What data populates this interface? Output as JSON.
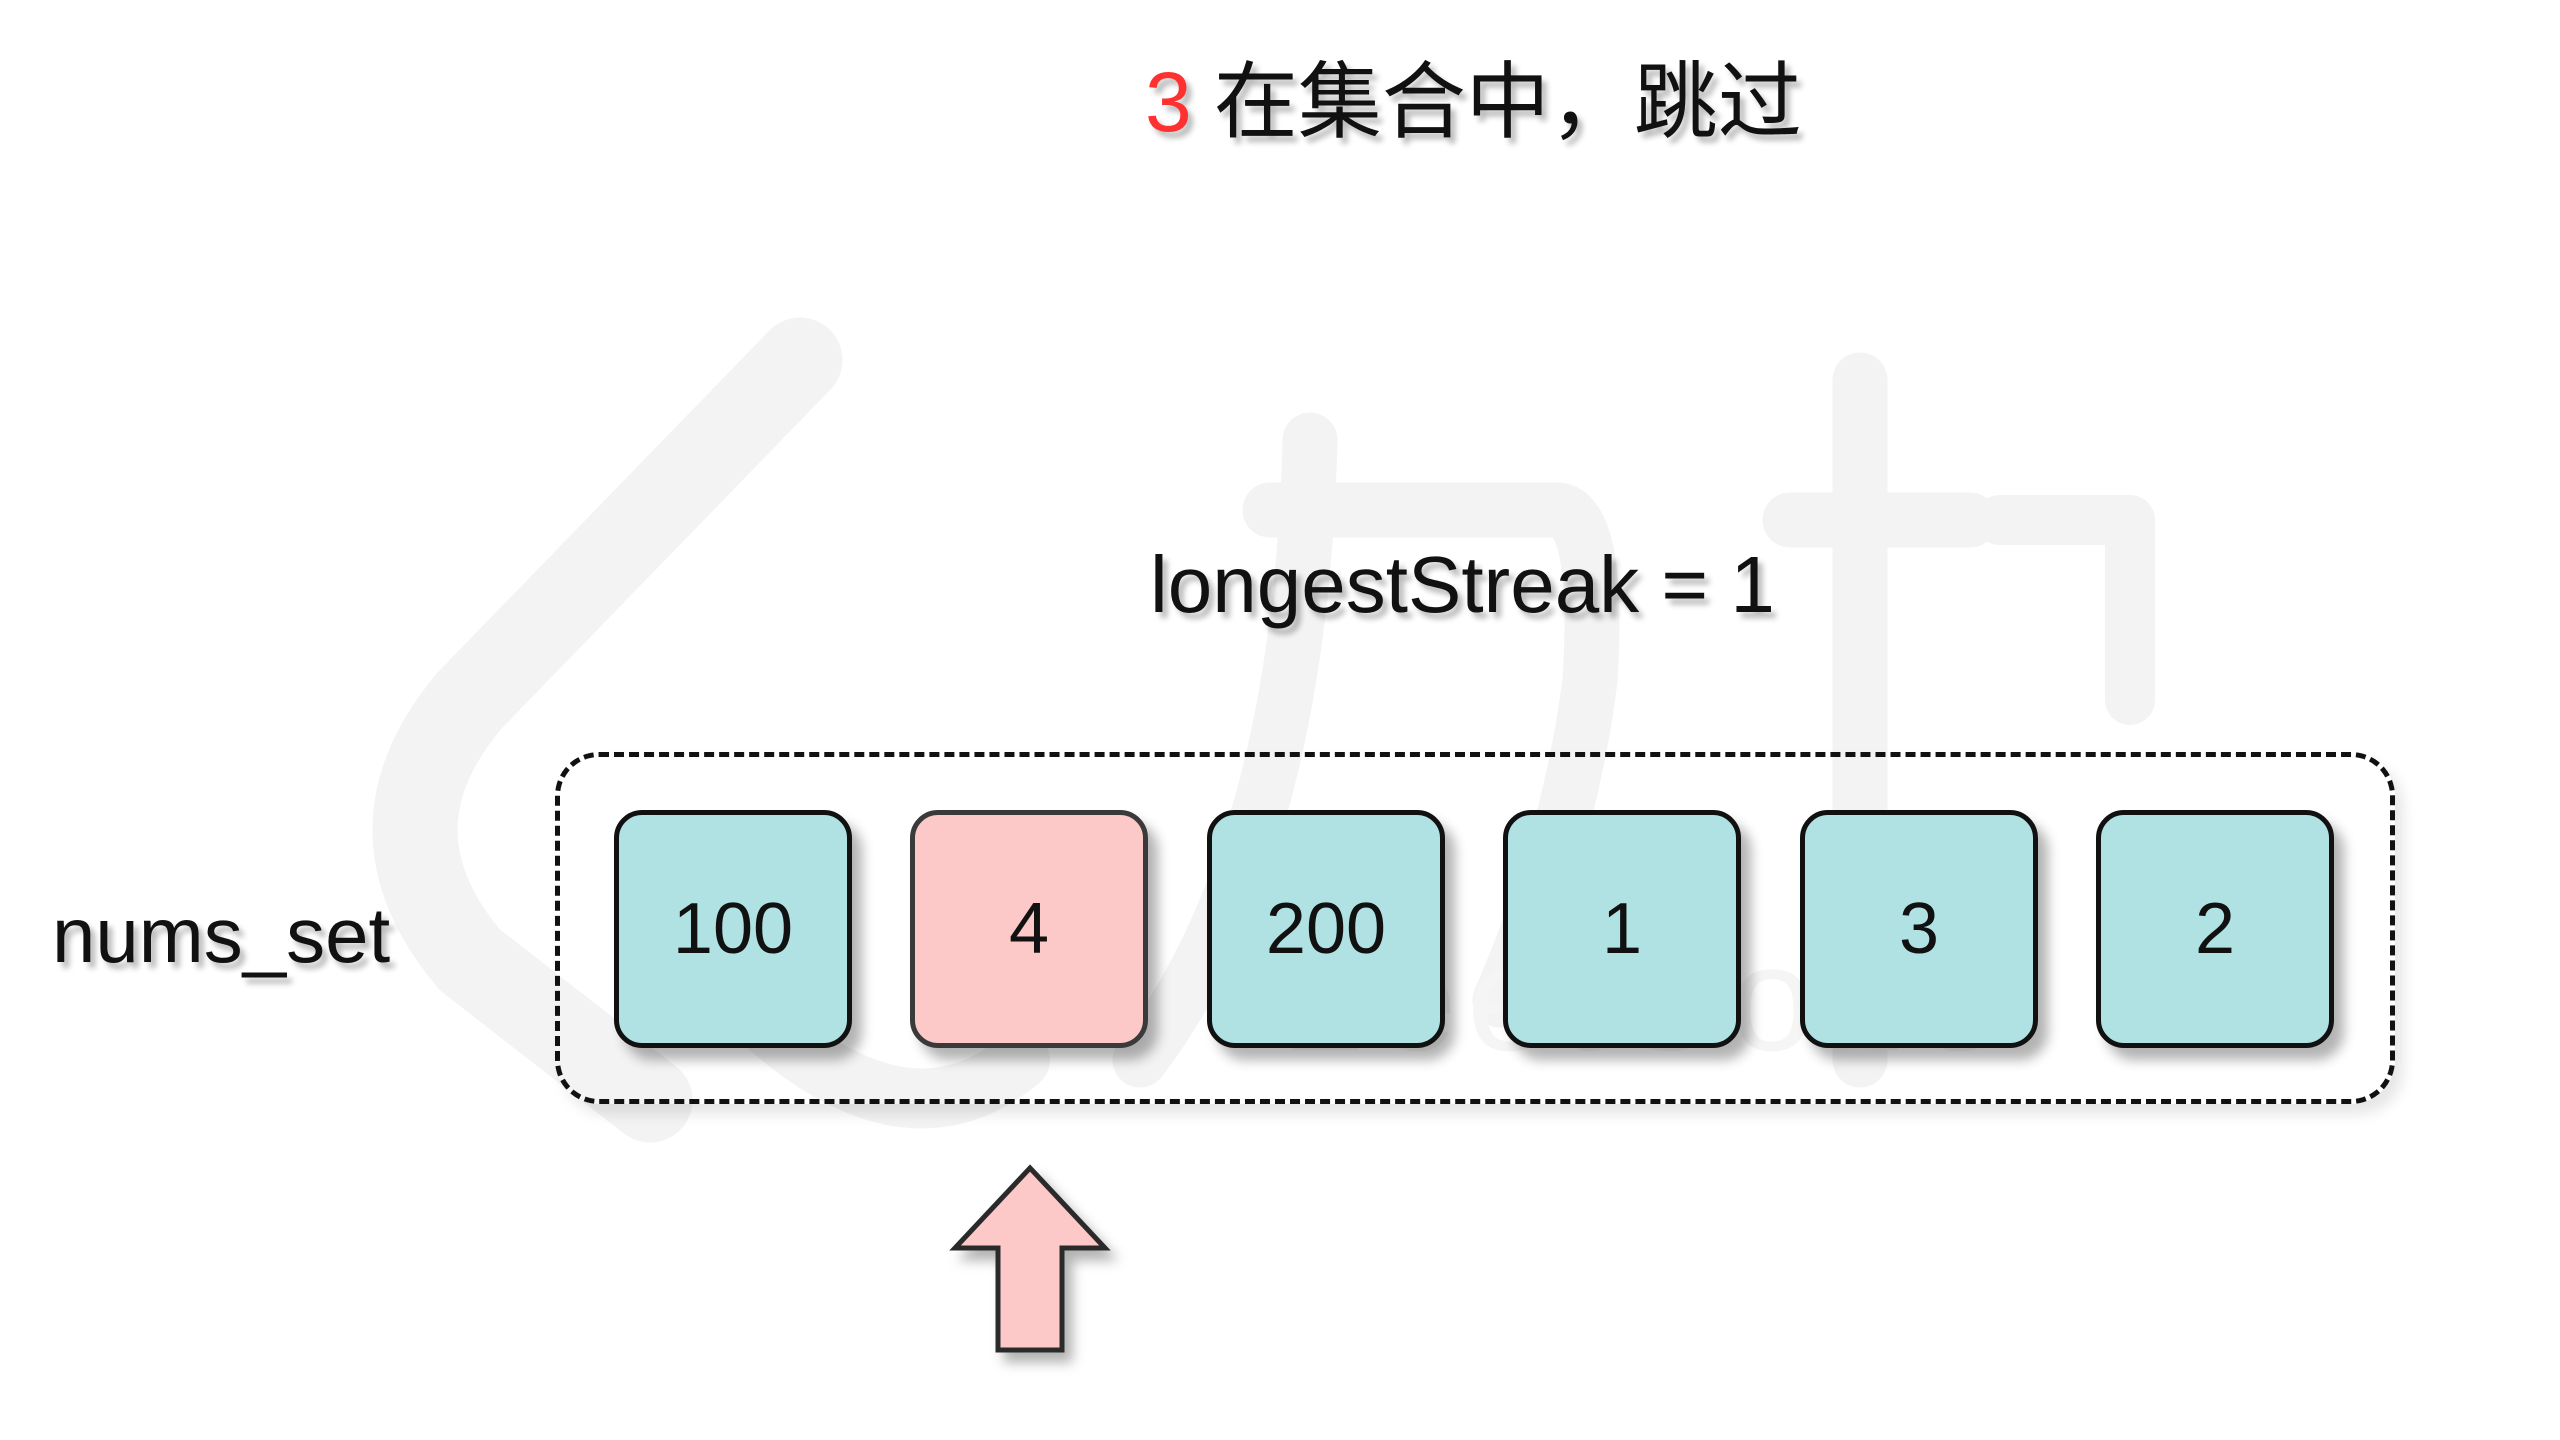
{
  "caption": {
    "highlight": "3",
    "text": "在集合中，跳过"
  },
  "streak_label": "longestStreak = 1",
  "set_label": "nums_set",
  "nums_set": {
    "values": [
      "100",
      "4",
      "200",
      "1",
      "3",
      "2"
    ],
    "current_index": 1
  },
  "colors": {
    "cell_fill": "#b0e2e4",
    "current_fill": "#fcc8c8",
    "highlight_text": "#ff3030",
    "arrow_fill": "#fcc8c8"
  },
  "pointer_icon": "up-arrow-icon",
  "watermark": "LeetCode 力扣"
}
